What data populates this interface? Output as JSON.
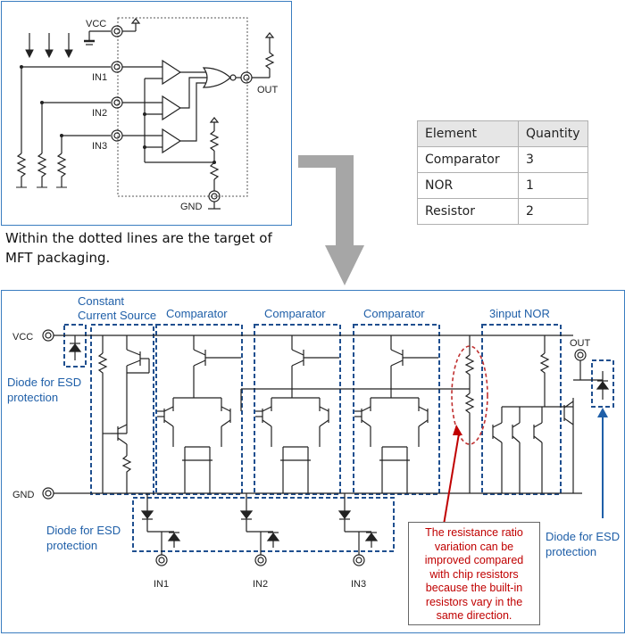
{
  "top_diagram": {
    "pins": {
      "vcc": "VCC",
      "in1": "IN1",
      "in2": "IN2",
      "in3": "IN3",
      "out": "OUT",
      "gnd": "GND"
    },
    "caption_line1": "Within the dotted lines are the target of",
    "caption_line2": "MFT packaging."
  },
  "element_table": {
    "headers": [
      "Element",
      "Quantity"
    ],
    "rows": [
      {
        "element": "Comparator",
        "quantity": "3"
      },
      {
        "element": "NOR",
        "quantity": "1"
      },
      {
        "element": "Resistor",
        "quantity": "2"
      }
    ]
  },
  "bottom_diagram": {
    "pins": {
      "vcc": "VCC",
      "gnd": "GND",
      "out": "OUT",
      "in1": "IN1",
      "in2": "IN2",
      "in3": "IN3"
    },
    "blocks": {
      "ccs_line1": "Constant",
      "ccs_line2": "Current Source",
      "comparator1": "Comparator",
      "comparator2": "Comparator",
      "comparator3": "Comparator",
      "nor": "3input NOR"
    },
    "esd_left_line1": "Diode for ESD",
    "esd_left_line2": "protection",
    "esd_bottom_line1": "Diode for ESD",
    "esd_bottom_line2": "protection",
    "esd_right_line1": "Diode for ESD",
    "esd_right_line2": "protection",
    "note_lines": [
      "The resistance ratio",
      "variation can be",
      "improved compared",
      "with chip resistors",
      "because the built-in",
      "resistors vary in the",
      "same direction."
    ]
  },
  "colors": {
    "label_blue": "#1f5fa8",
    "note_red": "#c00000",
    "dash_blue": "#1f4f8f",
    "arrow_gray": "#a6a6a6",
    "ellipse_red": "#c03030"
  }
}
